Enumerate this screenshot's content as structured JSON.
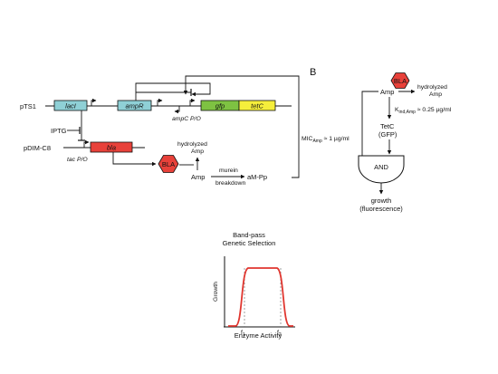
{
  "panel_b_letter": "B",
  "plasmids": {
    "pts1": "pTS1",
    "pdim": "pDIM-C8"
  },
  "genes": {
    "lacI": "lacI",
    "ampR": "ampR",
    "gfp": "gfp",
    "tetC": "tetC",
    "bla": "bla"
  },
  "promoters": {
    "ampC": "ampC P/O",
    "tac": "tac P/O"
  },
  "labels": {
    "iptg": "IPTG",
    "bla_enzyme": "BLA",
    "hydrolyzed_1": "hydrolyzed",
    "hydrolyzed_2": "Amp",
    "amp": "Amp",
    "murein_1": "murein",
    "murein_2": "breakdown",
    "ampp": "aM-Pp"
  },
  "panel_b": {
    "bla_enzyme": "BLA",
    "amp": "Amp",
    "hydrolyzed_1": "hydrolyzed",
    "hydrolyzed_2": "Amp",
    "mic": "MIC",
    "mic_sub": "Amp",
    "mic_value": " ≈ 1 µg/ml",
    "kind": "K",
    "kind_sub": "ind,Amp",
    "kind_value": " ≈ 0.25 µg/ml",
    "tetc": "TetC",
    "gfp": "(GFP)",
    "and_gate": "AND",
    "growth": "growth",
    "fluorescence": "(fluorescence)"
  },
  "selection_plot": {
    "title_1": "Band-pass",
    "title_2": "Genetic Selection",
    "ylabel": "Growth",
    "xlabel": "Enzyme Activity",
    "f1": "f",
    "f1_sub": "1",
    "f2": "f",
    "f2_sub": "2"
  },
  "colors": {
    "lacI": "#8fd0d6",
    "ampR": "#8fd0d6",
    "gfp": "#7ec242",
    "tetC": "#f5ee3b",
    "bla": "#e8413a",
    "bla_hex": "#e8413a",
    "curve": "#e0362f"
  }
}
